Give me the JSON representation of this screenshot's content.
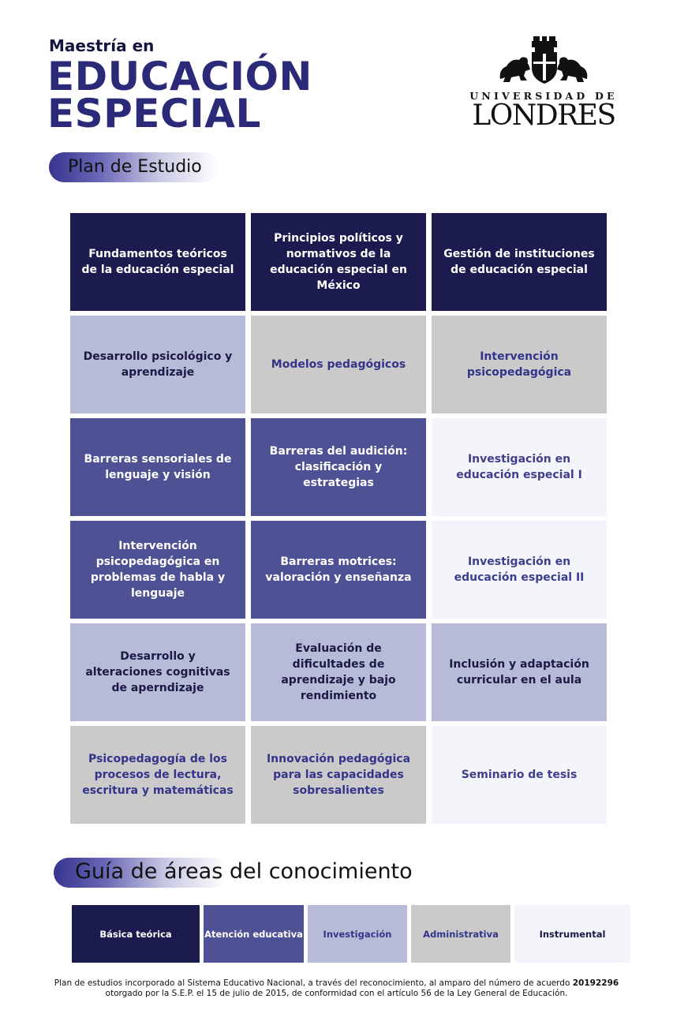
{
  "header": {
    "subtitle": "Maestría en",
    "title_line1": "EDUCACIÓN",
    "title_line2": "ESPECIAL"
  },
  "logo": {
    "line1": "UNIVERSIDAD DE",
    "line2": "LONDRES"
  },
  "section1": {
    "title": "Plan de Estudio"
  },
  "colors": {
    "basica": "#1c1b50",
    "atencion": "#4e5193",
    "investigacion": "#b8bbd7",
    "administrativa": "#cacaca",
    "instrumental": "#f4f5fa"
  },
  "grid": [
    {
      "label": "Fundamentos teóricos de la educación especial",
      "area": "basica"
    },
    {
      "label": "Principios políticos y normativos de la educación especial en México",
      "area": "basica"
    },
    {
      "label": "Gestión de instituciones de educación especial",
      "area": "basica"
    },
    {
      "label": "Desarrollo psicológico y aprendizaje",
      "area": "investigacion"
    },
    {
      "label": "Modelos pedagógicos",
      "area": "administrativa"
    },
    {
      "label": "Intervención psicopedagógica",
      "area": "administrativa"
    },
    {
      "label": "Barreras sensoriales de lenguaje y visión",
      "area": "atencion"
    },
    {
      "label": "Barreras del audición: clasificación y estrategias",
      "area": "atencion"
    },
    {
      "label": "Investigación en educación especial I",
      "area": "instrumental"
    },
    {
      "label": "Intervención psicopedagógica en problemas de habla y lenguaje",
      "area": "atencion"
    },
    {
      "label": "Barreras motrices: valoración y enseñanza",
      "area": "atencion"
    },
    {
      "label": "Investigación en educación especial II",
      "area": "instrumental"
    },
    {
      "label": "Desarrollo y alteraciones cognitivas de aperndizaje",
      "area": "investigacion"
    },
    {
      "label": "Evaluación de dificultades de aprendizaje y bajo rendimiento",
      "area": "investigacion"
    },
    {
      "label": "Inclusión y adaptación curricular en el aula",
      "area": "investigacion"
    },
    {
      "label": "Psicopedagogía de los procesos de lectura, escritura y matemáticas",
      "area": "administrativa"
    },
    {
      "label": "Innovación pedagógica para las capacidades sobresalientes",
      "area": "administrativa"
    },
    {
      "label": "Seminario de tesis",
      "area": "instrumental"
    }
  ],
  "section2": {
    "title": "Guía de áreas del conocimiento"
  },
  "legend": [
    {
      "label": "Básica teórica",
      "area": "basica"
    },
    {
      "label": "Atención educativa",
      "area": "atencion"
    },
    {
      "label": "Investigación",
      "area": "investigacion"
    },
    {
      "label": "Administrativa",
      "area": "administrativa"
    },
    {
      "label": "Instrumental",
      "area": "instrumental"
    }
  ],
  "footer": {
    "line1_prefix": "Plan de estudios incorporado al Sistema Educativo Nacional, a través del reconocimiento, al amparo del número de acuerdo ",
    "agreement_number": "20192296",
    "line2": "otorgado por la S.E.P. el 15 de julio de 2015, de conformidad con el artículo 56 de la Ley General de Educación."
  }
}
